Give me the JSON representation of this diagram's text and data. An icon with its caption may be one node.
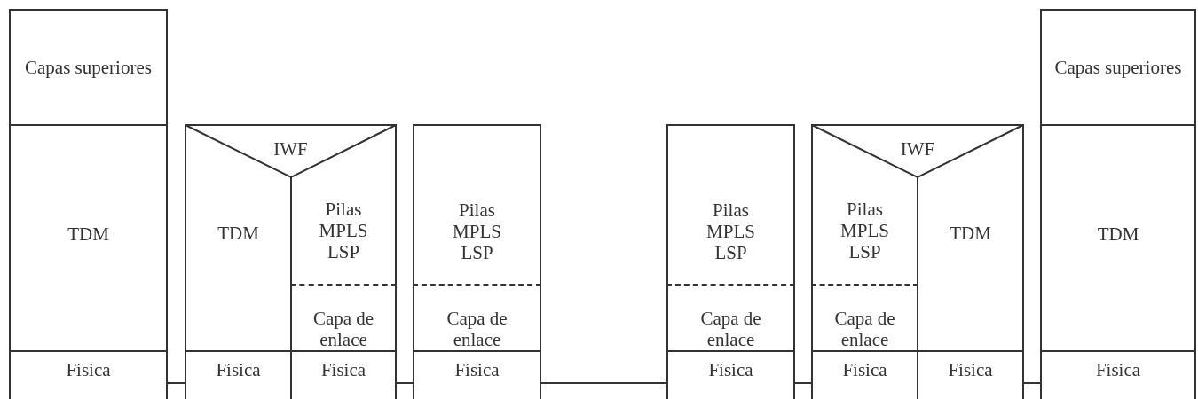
{
  "diagram": {
    "nodes": [
      {
        "text": [
          "Capas superiores"
        ]
      },
      {
        "text": [
          "TDM"
        ]
      },
      {
        "text": [
          "Física"
        ]
      },
      {
        "text": [
          "IWF"
        ]
      },
      {
        "text": [
          "TDM"
        ]
      },
      {
        "text": [
          "Pilas MPLS LSP"
        ]
      },
      {
        "text": [
          "Capa de enlace"
        ]
      },
      {
        "text": [
          "Física"
        ]
      },
      {
        "text": [
          "Física"
        ]
      },
      {
        "text": [
          "Pilas MPLS LSP"
        ]
      },
      {
        "text": [
          "Capa de enlace"
        ]
      },
      {
        "text": [
          "Física"
        ]
      },
      {
        "text": [
          "Pilas MPLS LSP"
        ]
      },
      {
        "text": [
          "Capa de enlace"
        ]
      },
      {
        "text": [
          "Física"
        ]
      },
      {
        "text": [
          "IWF"
        ]
      },
      {
        "text": [
          "Pilas MPLS LSP"
        ]
      },
      {
        "text": [
          "Capa de enlace"
        ]
      },
      {
        "text": [
          "TDM"
        ]
      },
      {
        "text": [
          "Física"
        ]
      },
      {
        "text": [
          "Física"
        ]
      },
      {
        "text": [
          "Capas superiores"
        ]
      },
      {
        "text": [
          "TDM"
        ]
      },
      {
        "text": [
          "Física"
        ]
      }
    ],
    "edges": [
      {
        "from": 2,
        "to": 7,
        "arrow": "none"
      },
      {
        "from": 8,
        "to": 11,
        "arrow": "none"
      },
      {
        "from": 11,
        "to": 14,
        "arrow": "none"
      },
      {
        "from": 14,
        "to": 19,
        "arrow": "none"
      },
      {
        "from": 20,
        "to": 23,
        "arrow": "none"
      }
    ]
  }
}
